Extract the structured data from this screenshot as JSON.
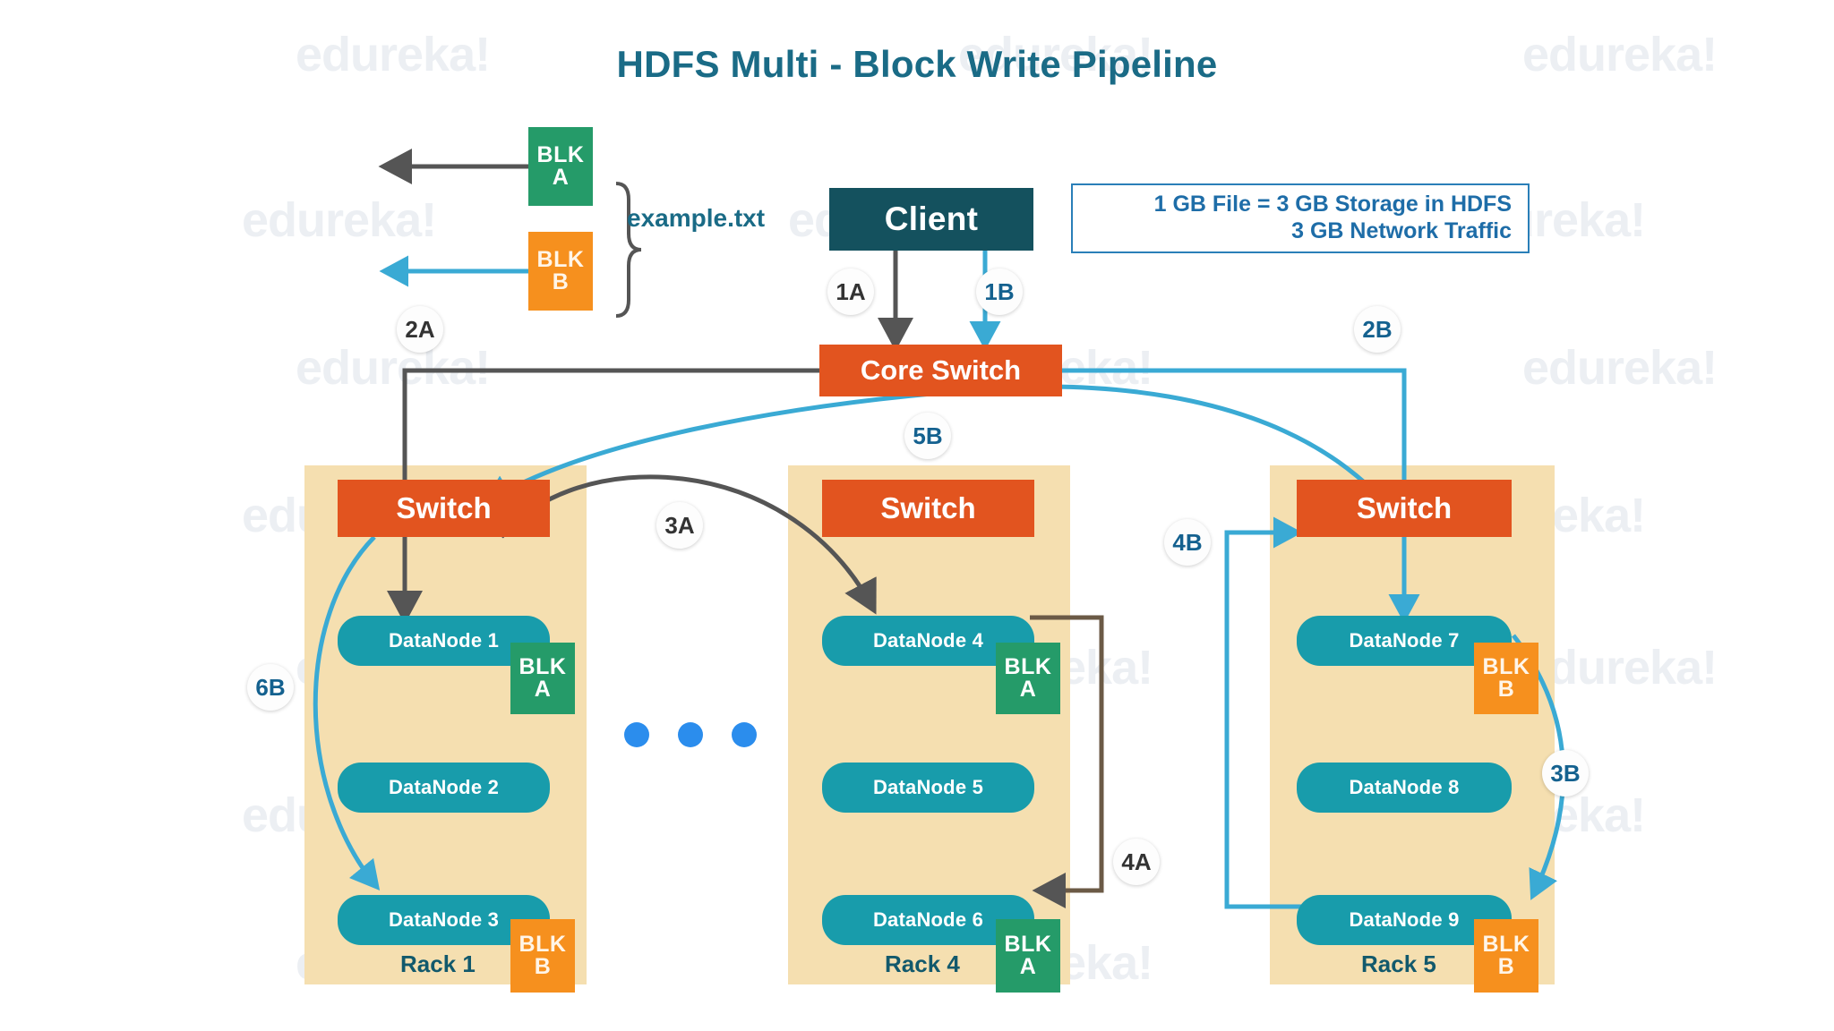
{
  "title": "HDFS Multi - Block Write Pipeline",
  "file": {
    "name": "example.txt"
  },
  "info_box": {
    "line1": "1 GB File = 3 GB Storage in HDFS",
    "line2": "3 GB Network Traffic"
  },
  "client": {
    "label": "Client"
  },
  "core_switch": {
    "label": "Core Switch"
  },
  "legend_blocks": [
    {
      "id": "blk-a-source",
      "line1": "BLK",
      "line2": "A",
      "color": "#259b69"
    },
    {
      "id": "blk-b-source",
      "line1": "BLK",
      "line2": "B",
      "color": "#f6901e"
    }
  ],
  "racks": [
    {
      "name": "Rack 1",
      "switch_label": "Switch",
      "nodes": [
        {
          "label": "DataNode 1",
          "block": {
            "line1": "BLK",
            "line2": "A",
            "kind": "a"
          }
        },
        {
          "label": "DataNode 2",
          "block": null
        },
        {
          "label": "DataNode 3",
          "block": {
            "line1": "BLK",
            "line2": "B",
            "kind": "b"
          }
        }
      ]
    },
    {
      "name": "Rack 4",
      "switch_label": "Switch",
      "nodes": [
        {
          "label": "DataNode 4",
          "block": {
            "line1": "BLK",
            "line2": "A",
            "kind": "a"
          }
        },
        {
          "label": "DataNode 5",
          "block": null
        },
        {
          "label": "DataNode 6",
          "block": {
            "line1": "BLK",
            "line2": "A",
            "kind": "a"
          }
        }
      ]
    },
    {
      "name": "Rack 5",
      "switch_label": "Switch",
      "nodes": [
        {
          "label": "DataNode 7",
          "block": {
            "line1": "BLK",
            "line2": "B",
            "kind": "b"
          }
        },
        {
          "label": "DataNode 8",
          "block": null
        },
        {
          "label": "DataNode 9",
          "block": {
            "line1": "BLK",
            "line2": "B",
            "kind": "b"
          }
        }
      ]
    }
  ],
  "steps": [
    {
      "label": "1A",
      "kind": "dark"
    },
    {
      "label": "1B",
      "kind": "blue"
    },
    {
      "label": "2A",
      "kind": "dark"
    },
    {
      "label": "2B",
      "kind": "blue"
    },
    {
      "label": "3A",
      "kind": "dark"
    },
    {
      "label": "3B",
      "kind": "blue"
    },
    {
      "label": "4A",
      "kind": "dark"
    },
    {
      "label": "4B",
      "kind": "blue"
    },
    {
      "label": "5B",
      "kind": "blue"
    },
    {
      "label": "6B",
      "kind": "blue"
    }
  ],
  "ellipsis": {
    "count": 3
  },
  "colors": {
    "title": "#1a6b86",
    "rack_bg": "#f5dfb0",
    "switch": "#e2541f",
    "datanode": "#189cab",
    "client": "#14515e",
    "block_a": "#259b69",
    "block_b": "#f6901e",
    "path_a": "#555555",
    "path_b": "#3aaad4",
    "info_border": "#2a7fb8",
    "dot": "#2b8ded"
  },
  "watermark": {
    "text": "edureka!"
  }
}
